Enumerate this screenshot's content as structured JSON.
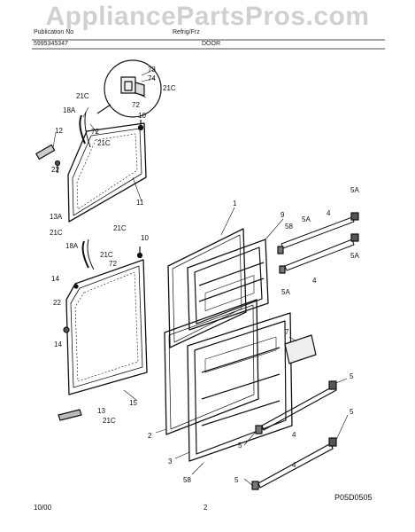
{
  "header": {
    "left_line1": "Publication No",
    "left_line2": "5995345347",
    "mid_line1": "Refrig/Frz",
    "title": "DOOR"
  },
  "watermark": "AppliancePartsPros.com",
  "footer": {
    "date": "10/00",
    "page": "2",
    "diagram_code": "P05D0505"
  },
  "callouts": {
    "c73": "73",
    "c74": "74",
    "c21c_top": "21C",
    "c72_inset": "72",
    "c21c_a": "21C",
    "c18a_a": "18A",
    "c10_a": "10",
    "c72_a": "72",
    "c21c_b": "21C",
    "c12": "12",
    "c22_a": "22",
    "c11": "11",
    "c13a": "13A",
    "c21c_c": "21C",
    "c21c_d": "21C",
    "c10_b": "10",
    "c18a_b": "18A",
    "c21c_e": "21C",
    "c72_b": "72",
    "c14_a": "14",
    "c22_b": "22",
    "c14_b": "14",
    "c15": "15",
    "c13": "13",
    "c21c_f": "21C",
    "c1": "1",
    "c9": "9",
    "c58_a": "58",
    "c5a_a": "5A",
    "c4_a": "4",
    "c5a_b": "5A",
    "c5a_c": "5A",
    "c4_b": "4",
    "c5a_d": "5A",
    "c7": "7",
    "c2": "2",
    "c3": "3",
    "c58_b": "58",
    "c5_a": "5",
    "c4_c": "4",
    "c5_b": "5",
    "c5_c": "5",
    "c4_d": "4",
    "c5_d": "5"
  }
}
